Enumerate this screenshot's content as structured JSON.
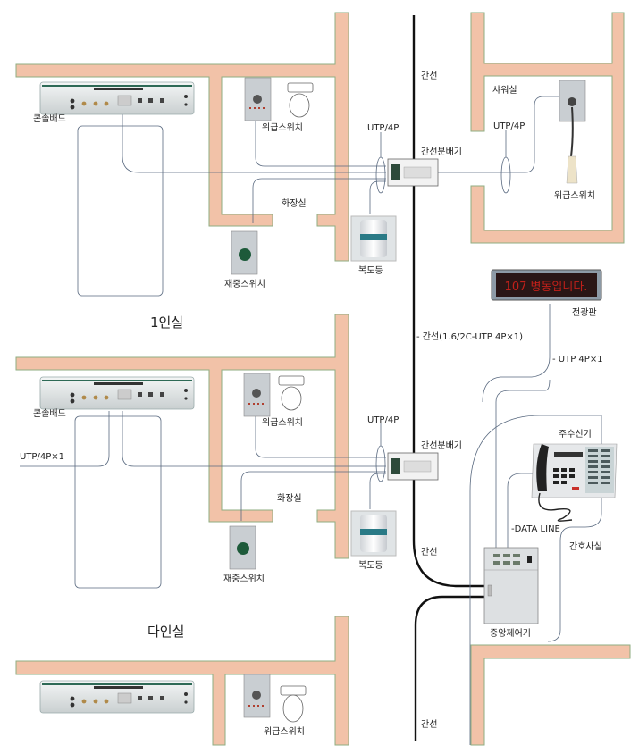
{
  "colors": {
    "wall_fill": "#f2c2a8",
    "wall_edge": "#8fae82",
    "trunk_line": "#111111",
    "cable": "#5a6a80",
    "led_text": "#c0201a",
    "led_bg": "#2a1616",
    "corridor_lamp_band": "#2a7a86"
  },
  "rooms": {
    "single": {
      "title": "1인실",
      "console_bed": "콘솔배드",
      "emergency_switch": "위급스위치",
      "toilet": "화장실",
      "reset_switch": "재중스위치",
      "corridor_lamp": "복도등",
      "cable_utp": "UTP/4P",
      "splitter": "간선분배기"
    },
    "multi": {
      "title": "다인실",
      "console_bed": "콘솔배드",
      "emergency_switch": "위급스위치",
      "toilet": "화장실",
      "reset_switch": "재중스위치",
      "corridor_lamp": "복도등",
      "cable_utp": "UTP/4P",
      "cable_in": "UTP/4P×1",
      "splitter": "간선분배기"
    },
    "ward3": {
      "console_bed": "",
      "emergency_switch": "위급스위치"
    },
    "shower": {
      "title": "샤워실",
      "cable_utp": "UTP/4P",
      "emergency_switch": "위급스위치"
    },
    "nurse_station": {
      "title": "간호사실",
      "master_station": "주수신기",
      "central_controller": "중앙제어기",
      "data_line": "-DATA LINE"
    }
  },
  "trunk": {
    "label": "간선",
    "spec": "- 간선(1.6/2C-UTP 4P×1)"
  },
  "display_board": {
    "label": "전광판",
    "message": "107 병동입니다.",
    "cable": "- UTP 4P×1"
  }
}
